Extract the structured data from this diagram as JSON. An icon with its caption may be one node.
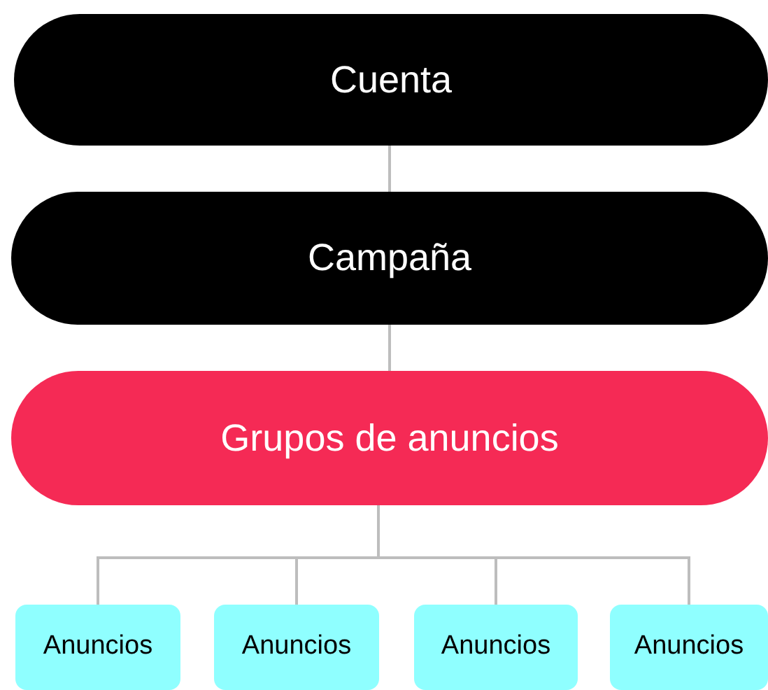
{
  "diagram": {
    "nodes": [
      {
        "text": [
          "Cuenta"
        ]
      },
      {
        "text": [
          "Campaña"
        ]
      },
      {
        "text": [
          "Grupos de anuncios"
        ]
      },
      {
        "text": [
          "Anuncios"
        ]
      },
      {
        "text": [
          "Anuncios"
        ]
      },
      {
        "text": [
          "Anuncios"
        ]
      },
      {
        "text": [
          "Anuncios"
        ]
      }
    ],
    "edges": [
      {
        "from": 0,
        "to": 1,
        "arrow": "none"
      },
      {
        "from": 1,
        "to": 2,
        "arrow": "none"
      },
      {
        "from": 2,
        "to": 3,
        "arrow": "none"
      },
      {
        "from": 2,
        "to": 4,
        "arrow": "none"
      },
      {
        "from": 2,
        "to": 5,
        "arrow": "none"
      },
      {
        "from": 2,
        "to": 6,
        "arrow": "none"
      }
    ]
  }
}
